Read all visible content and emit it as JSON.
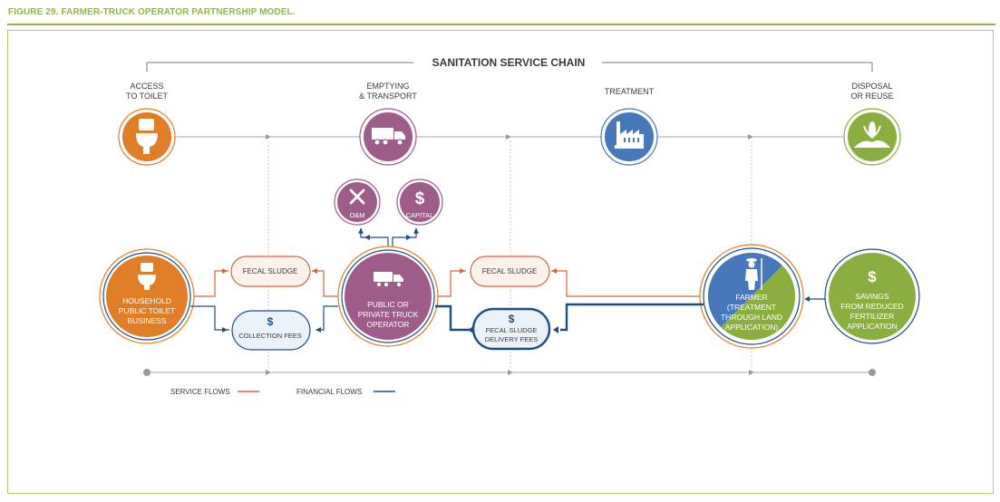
{
  "figure_title": "FIGURE 29. FARMER-TRUCK OPERATOR PARTNERSHIP MODEL.",
  "chain": {
    "title": "SANITATION SERVICE CHAIN",
    "stages": [
      {
        "line1": "ACCESS",
        "line2": "TO TOILET"
      },
      {
        "line1": "EMPTYING",
        "line2": "& TRANSPORT"
      },
      {
        "line1": "TREATMENT",
        "line2": ""
      },
      {
        "line1": "DISPOSAL",
        "line2": "OR REUSE"
      }
    ]
  },
  "actors": {
    "household": [
      "HOUSEHOLD",
      "PUBLIC TOILET",
      "BUSINESS"
    ],
    "operator": [
      "PUBLIC OR",
      "PRIVATE TRUCK",
      "OPERATOR"
    ],
    "farmer": [
      "FARMER",
      "(TREATMENT",
      "THROUGH LAND",
      "APPLICATION)"
    ],
    "savings": [
      "SAVINGS",
      "FROM REDUCED",
      "FERTILIZER",
      "APPLICATION"
    ]
  },
  "costs": {
    "om": "O&M",
    "capital": "CAPITAL"
  },
  "flows": {
    "fecal_sludge_1": "FECAL SLUDGE",
    "collection_fees": "COLLECTION FEES",
    "fecal_sludge_2": "FECAL SLUDGE",
    "delivery_fees_1": "FECAL SLUDGE",
    "delivery_fees_2": "DELIVERY FEES"
  },
  "symbols": {
    "dollar": "$"
  },
  "legend": {
    "service": "SERVICE FLOWS",
    "financial": "FINANCIAL FLOWS"
  },
  "colors": {
    "orange": "#e07e27",
    "purple": "#9e5c8b",
    "blue": "#4778bb",
    "green": "#8aae3f",
    "navy": "#1f4e85",
    "service_line": "#d9643a",
    "financial_line": "#1f4e85",
    "fig_green": "#8dba3c"
  }
}
